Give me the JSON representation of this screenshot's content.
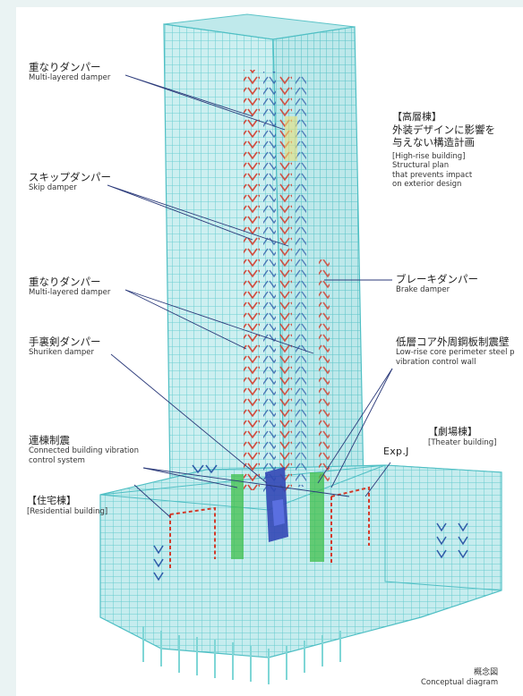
{
  "labels": {
    "multi_layered_top": {
      "jp": "重なりダンパー",
      "en": "Multi-layered damper"
    },
    "skip": {
      "jp": "スキップダンパー",
      "en": "Skip damper"
    },
    "multi_layered_mid": {
      "jp": "重なりダンパー",
      "en": "Multi-layered damper"
    },
    "shuriken": {
      "jp": "手裏剣ダンパー",
      "en": "Shuriken damper"
    },
    "connected": {
      "jp": "連棟制震",
      "en1": "Connected building vibration",
      "en2": "control system"
    },
    "residential": {
      "jp": "【住宅棟】",
      "en": "[Residential building]"
    },
    "high_rise": {
      "jp1": "【高層棟】",
      "jp2": "外装デザインに影響を",
      "jp3": "与えない構造計画",
      "en1": "[High-rise building]",
      "en2": "Structural plan",
      "en3": "that prevents impact",
      "en4": "on exterior design"
    },
    "brake": {
      "jp": "ブレーキダンパー",
      "en": "Brake damper"
    },
    "low_rise": {
      "jp": "低層コア外周鋼板制震壁",
      "en1": "Low-rise core perimeter steel p",
      "en2": "vibration control wall"
    },
    "theater": {
      "jp": "【劇場棟】",
      "en": "[Theater building]"
    },
    "exp_j": "Exp.J",
    "conceptual": {
      "jp": "概念図",
      "en": "Conceptual diagram"
    }
  },
  "colors": {
    "frame": "#7fd6d6",
    "frame_dark": "#4fbfc4",
    "damper_red": "#d23a2a",
    "damper_blue": "#2e5aa8",
    "green_wall": "#3fbf4a",
    "yellow": "#e8e07a",
    "leader": "#2b3a7a"
  }
}
